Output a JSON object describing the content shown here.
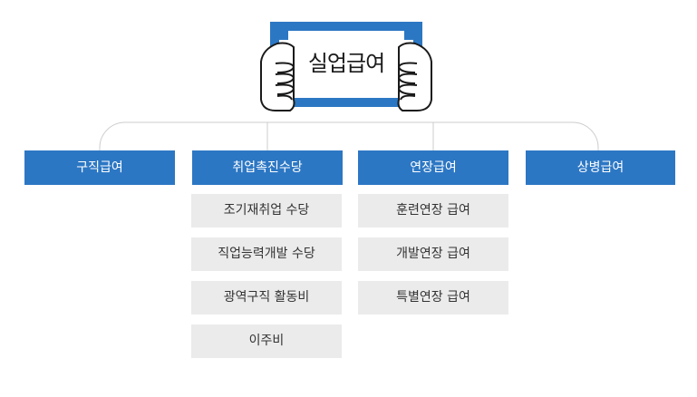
{
  "root": {
    "label": "실업급여"
  },
  "categories": [
    {
      "label": "구직급여",
      "items": []
    },
    {
      "label": "취업촉진수당",
      "items": [
        "조기재취업 수당",
        "직업능력개발 수당",
        "광역구직 활동비",
        "이주비"
      ]
    },
    {
      "label": "연장급여",
      "items": [
        "훈련연장 급여",
        "개발연장 급여",
        "특별연장 급여"
      ]
    },
    {
      "label": "상병급여",
      "items": []
    }
  ],
  "colors": {
    "category_bg": "#2c77c4",
    "sub_bg": "#ebebeb",
    "connector": "#cccccc",
    "sign_frame": "#2c77c4"
  }
}
